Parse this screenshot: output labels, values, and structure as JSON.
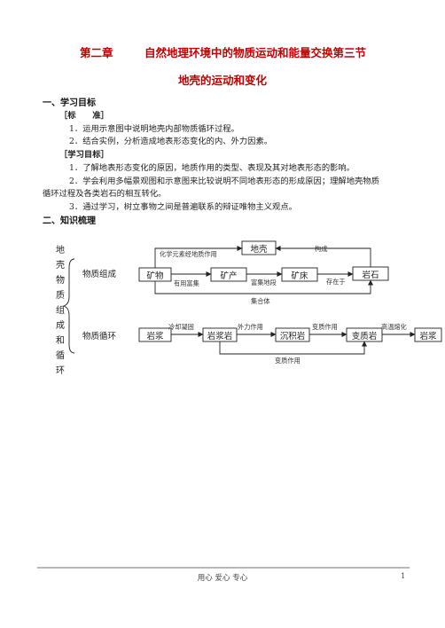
{
  "header": {
    "chapter": "第二章",
    "title": "自然地理环境中的物质运动和能量交换第三节",
    "subtitle": "地壳的运动和变化"
  },
  "section1": {
    "heading": "一、学习目标",
    "standard_label": "［标　　准］",
    "standard_items": [
      "1．运用示意图中说明地壳内部物质循环过程。",
      "2．结合实例，分析造成地表形态变化的内、外力因素。"
    ],
    "goal_label": "［学习目标］",
    "goal_items": [
      "1．了解地表形态变化的原因，地质作用的类型、表现及其对地表形态的影响。",
      "2．学会利用多幅景观图和示意图来比较说明不同地表形态的形成原因；理解地壳物质",
      "循环过程及各类岩石的相互转化。",
      "3．通过学习，树立事物之间是普遍联系的辩证唯物主义观点。"
    ]
  },
  "section2": {
    "heading": "二、知识梳理"
  },
  "diagram": {
    "vertical_label": [
      "地",
      "壳",
      "物",
      "质",
      "组",
      "成",
      "和",
      "循",
      "环"
    ],
    "composition_label": "物质组成",
    "cycle_label": "物质循环",
    "boxes": {
      "crust": "地壳",
      "mineral": "矿物",
      "ore": "矿产",
      "deposit": "矿床",
      "rock": "岩石",
      "magma_start": "岩浆",
      "igneous": "岩浆岩",
      "sedimentary": "沉积岩",
      "metamorphic": "变质岩",
      "magma_end": "岩浆"
    },
    "arrow_labels": {
      "element_geology": "化学元素经地质作用",
      "constitutes": "构成",
      "useful_enrich": "有用富集",
      "enrich_section": "富集地段",
      "exist_in": "存在于",
      "aggregate": "集合体",
      "cool_solidify": "冷却凝固",
      "external_force": "外力作用",
      "metamorphism_top": "变质作用",
      "high_temp_melt": "高温熔化",
      "metamorphism_bottom": "变质作用"
    }
  },
  "footer": {
    "center": "用心  爱心  专心",
    "page": "1"
  }
}
